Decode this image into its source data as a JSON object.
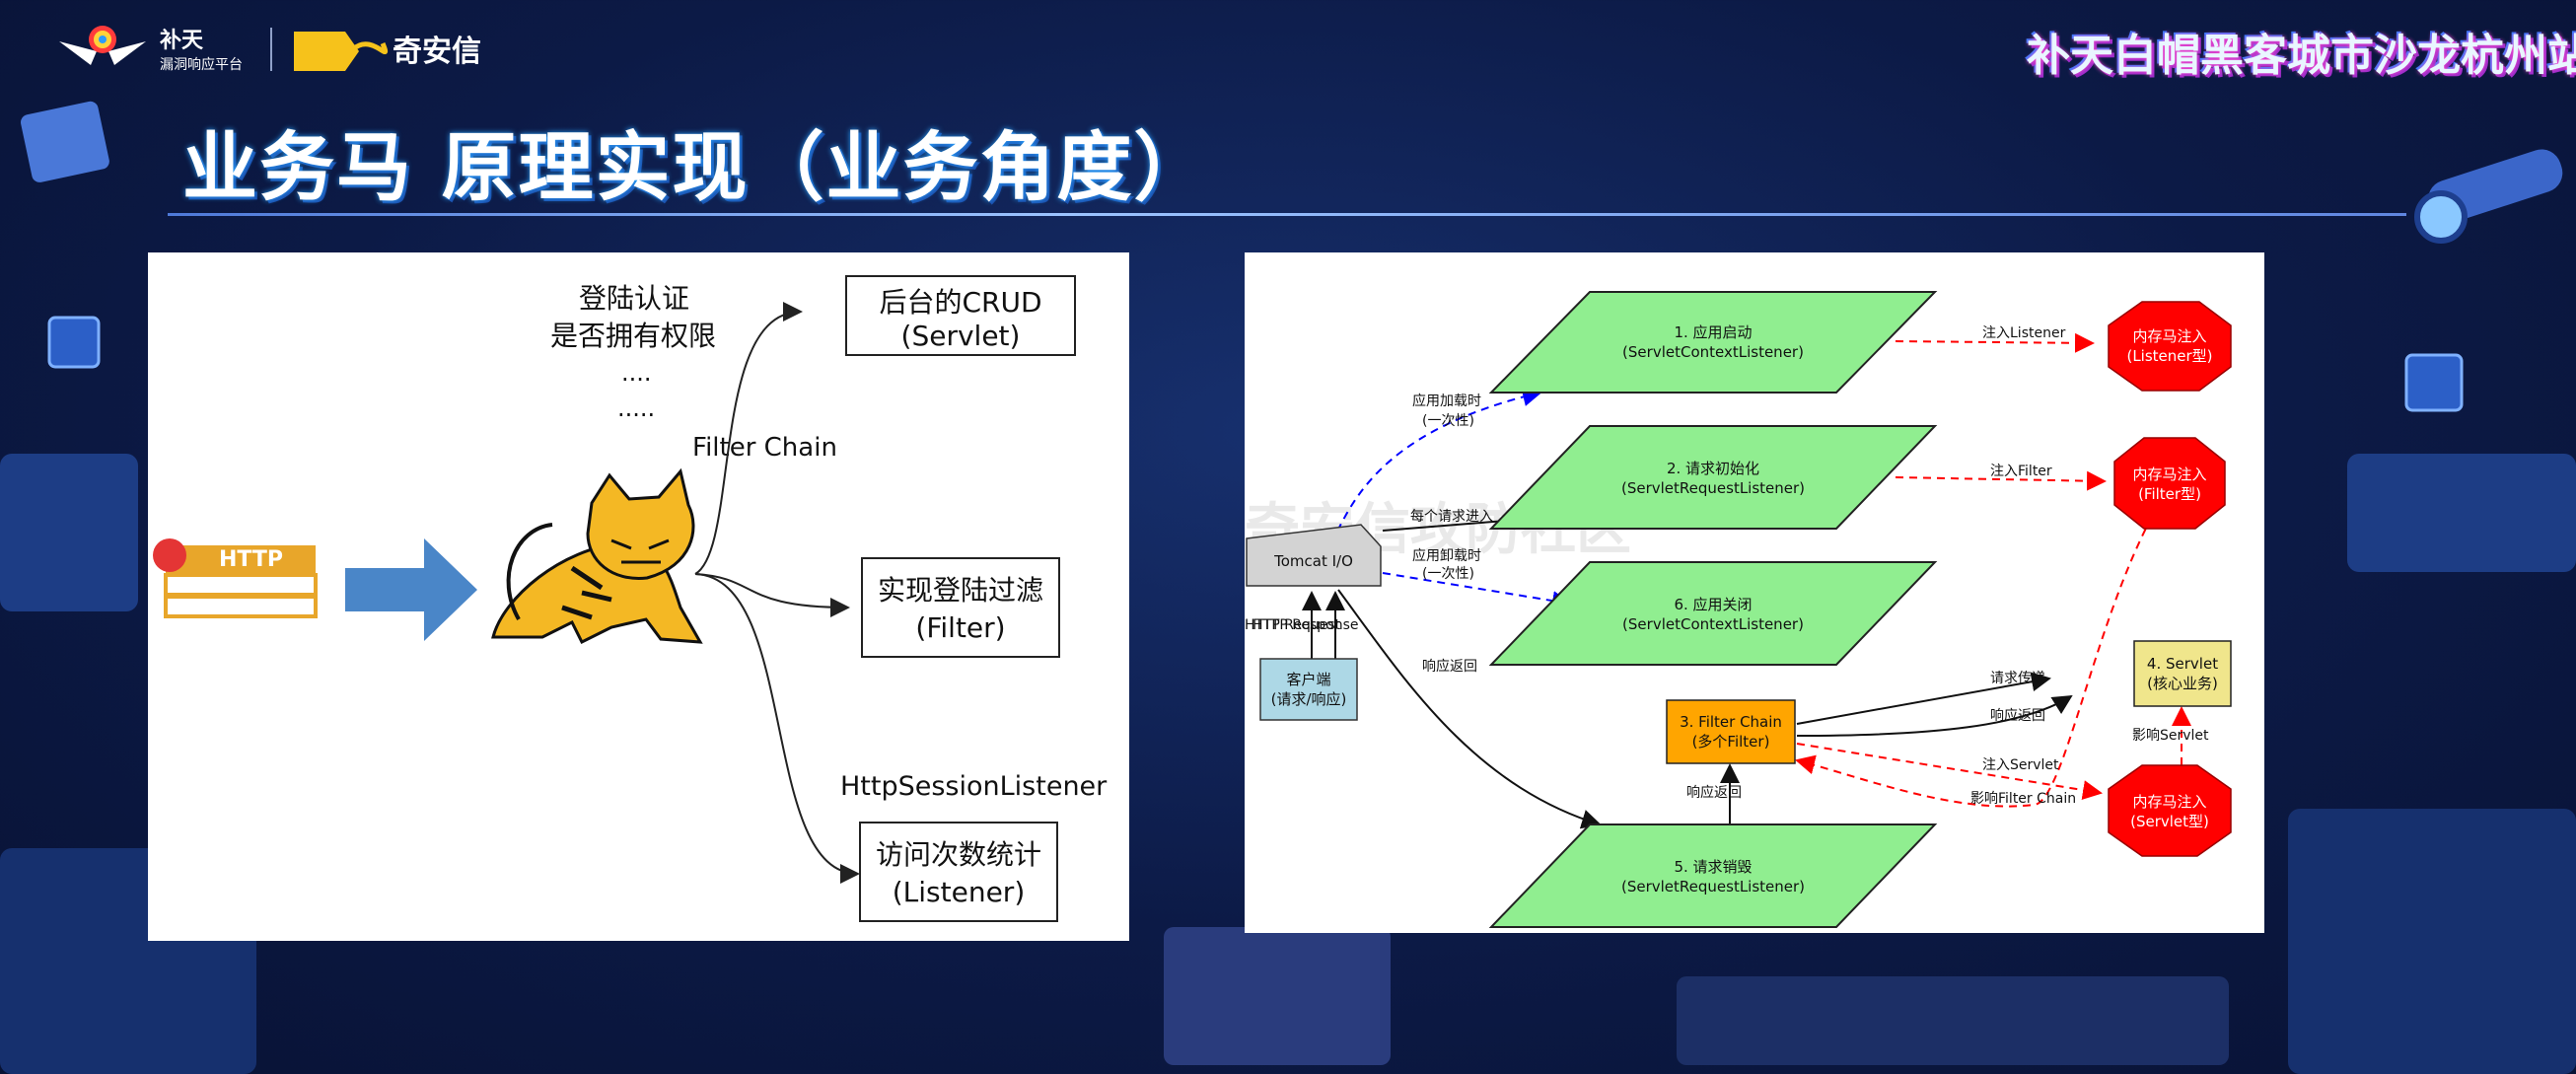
{
  "header": {
    "brand_name": "补天",
    "brand_sub": "漏洞响应平台",
    "partner_name": "奇安信",
    "partner_mark": "奇安信",
    "event_title": "补天白帽黑客城市沙龙杭州站"
  },
  "slide": {
    "title": "业务马 原理实现（业务角度）"
  },
  "left_diagram": {
    "http_label": "HTTP",
    "auth_text_line1": "登陆认证",
    "auth_text_line2": "是否拥有权限",
    "dots_1": "....",
    "dots_2": ".....",
    "filter_chain_label": "Filter Chain",
    "http_session_listener_label": "HttpSessionListener",
    "crud_box_line1": "后台的CRUD",
    "crud_box_line2": "(Servlet)",
    "filter_box_line1": "实现登陆过滤",
    "filter_box_line2": "(Filter)",
    "listener_box_line1": "访问次数统计",
    "listener_box_line2": "(Listener)"
  },
  "right_diagram": {
    "tomcat_label": "Tomcat I/O",
    "client_line1": "客户端",
    "client_line2": "(请求/响应)",
    "http_request_label": "HTTP Request",
    "http_response_label": "HTTP Response",
    "node1_line1": "1. 应用启动",
    "node1_line2": "(ServletContextListener)",
    "node2_line1": "2. 请求初始化",
    "node2_line2": "(ServletRequestListener)",
    "node6_line1": "6. 应用关闭",
    "node6_line2": "(ServletContextListener)",
    "node3_line1": "3. Filter Chain",
    "node3_line2": "(多个Filter)",
    "node4_line1": "4. Servlet",
    "node4_line2": "(核心业务)",
    "node5_line1": "5. 请求销毁",
    "node5_line2": "(ServletRequestListener)",
    "inject_listener_line1": "内存马注入",
    "inject_listener_line2": "(Listener型)",
    "inject_filter_line1": "内存马注入",
    "inject_filter_line2": "(Filter型)",
    "inject_servlet_line1": "内存马注入",
    "inject_servlet_line2": "(Servlet型)",
    "edge_app_load_line1": "应用加载时",
    "edge_app_load_line2": "(一次性)",
    "edge_each_request": "每个请求进入",
    "edge_app_unload_line1": "应用卸载时",
    "edge_app_unload_line2": "(一次性)",
    "edge_response_return_left": "响应返回",
    "edge_inject_listener": "注入Listener",
    "edge_inject_filter": "注入Filter",
    "edge_request_pass": "请求传递",
    "edge_response_return_mid": "响应返回",
    "edge_inject_servlet": "注入Servlet",
    "edge_affect_filter_chain": "影响Filter Chain",
    "edge_affect_servlet": "影响Servlet",
    "edge_response_return_bottom": "响应返回",
    "watermark": "奇安信攻防社区"
  },
  "colors": {
    "green_node": "#90ee90",
    "orange_node": "#ffa500",
    "yellow_node": "#f0e68c",
    "red_inject": "#ff0000",
    "client_box": "#add8e6",
    "tomcat_box": "#d3d3d3",
    "arrow_blue": "#0000ff",
    "arrow_red": "#ff0000",
    "http_gold": "#e8a62a",
    "http_arrow_blue": "#4a86c8"
  }
}
